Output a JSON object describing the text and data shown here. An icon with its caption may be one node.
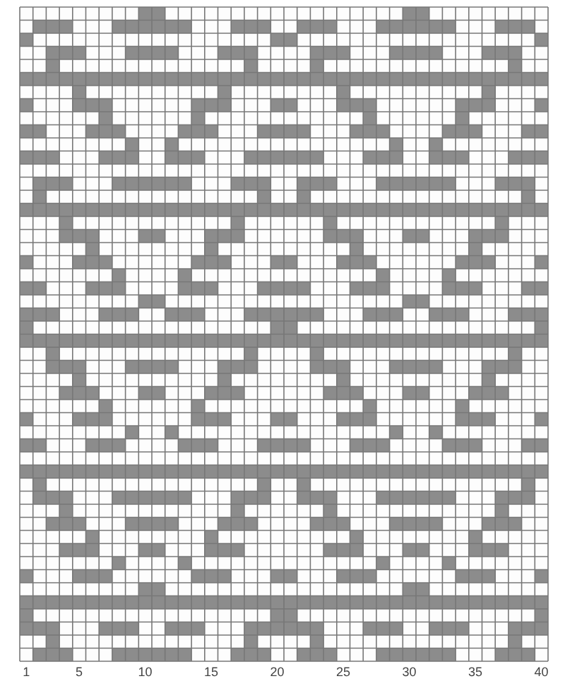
{
  "diagram": {
    "labels": [
      "1",
      "5",
      "10",
      "15",
      "20",
      "25",
      "30",
      "35",
      "40"
    ]
  }
}
